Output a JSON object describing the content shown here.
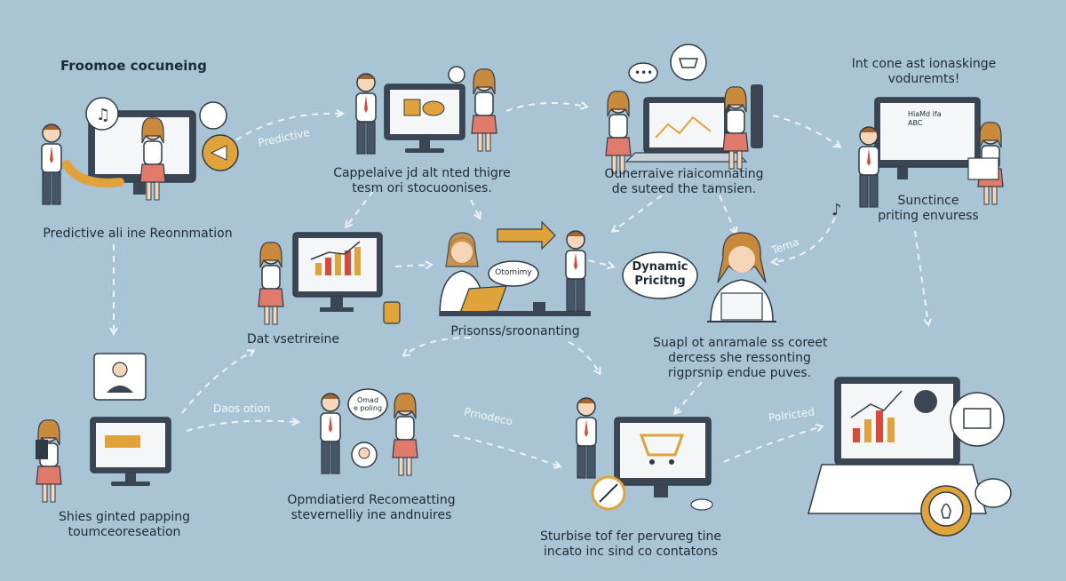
{
  "diagram": {
    "top_left_title": "Froomoe cocuneing",
    "captions": {
      "predictive_recommendation": "Predictive ali ine Reonnmation",
      "capable_line1": "Cappelaive jd alt nted thigre",
      "capable_line2": "tesm ori stocuoonises.",
      "overview_line1": "Ounerraive riaicomnating",
      "overview_line2": "de suteed the tamsien.",
      "top_right_line1": "Int cone ast ionaskinge",
      "top_right_line2": "voduremts!",
      "sunctince_line1": "Sunctince",
      "sunctince_line2": "priting envuress",
      "data_retrieval": "Dat vsetrireine",
      "personal_recommending": "Prisonss/sroonanting",
      "supply_line1": "Suapl ot anramale ss coreet",
      "supply_line2": "dercess she ressonting",
      "supply_line3": "rigprsnip endue puves.",
      "shies_line1": "Shies ginted papping",
      "shies_line2": "toumceoreseation",
      "optimized_line1": "Opmdiatierd Recomeatting",
      "optimized_line2": "stevernelliy ine andnuires",
      "structure_line1": "Sturbise tof fer pervureg tine",
      "structure_line2": "incato inc sind co contatons"
    },
    "edge_labels": {
      "predictive": "Predictive",
      "dacs_otion": "Daos otion",
      "prnodeco": "Prnodeco",
      "politicted": "Polricted",
      "tema": "Tema"
    },
    "bubbles": {
      "dynamic_line1": "Dynamic",
      "dynamic_line2": "Pricitng",
      "otomimy": "Otomimy",
      "omad_line1": "Omad",
      "omad_line2": "e poling",
      "screen_text_line1": "HiaMd ifa",
      "screen_text_line2": "ABC"
    }
  },
  "colors": {
    "background": "#a9c4d4",
    "arrow": "#eef4f8",
    "outline": "#2f3c48",
    "accent_orange": "#e0a33a",
    "accent_red": "#d84a3a",
    "screen": "#f4f6f8",
    "skin": "#f6d6b8"
  }
}
